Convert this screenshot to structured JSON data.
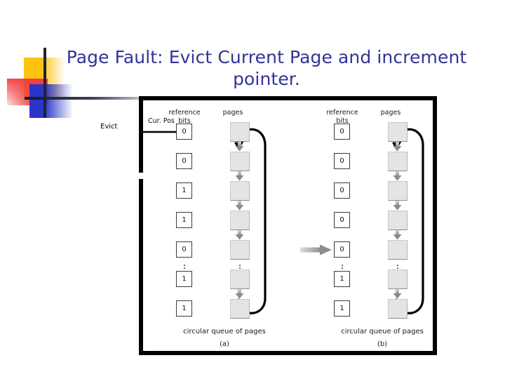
{
  "slide": {
    "title": "Page Fault: Evict Current Page and increment pointer.",
    "title_color": "#333399",
    "background": "#ffffff",
    "evict_label": "Evict"
  },
  "figure": {
    "border_color": "#000000",
    "page_box_color": "#e4e4e4",
    "panels": [
      {
        "id": "a",
        "letter": "(a)",
        "header_refbits": "reference\nbits",
        "header_refbits_line1": "reference",
        "header_refbits_line2": "bits",
        "header_pages": "pages",
        "caption": "circular queue of pages",
        "cur_pos_label": "Cur. Pos",
        "cur_pos_row": 0,
        "pointer_style": "black-arrow",
        "reference_bits": [
          "0",
          "0",
          "1",
          "1",
          "0",
          "1",
          "1"
        ],
        "ellipsis_after_row": 4
      },
      {
        "id": "b",
        "letter": "(b)",
        "header_refbits_line1": "reference",
        "header_refbits_line2": "bits",
        "header_pages": "pages",
        "caption": "circular queue of pages",
        "cur_pos_label": "",
        "cur_pos_row": 4,
        "pointer_style": "gray-arrow",
        "reference_bits": [
          "0",
          "0",
          "0",
          "0",
          "0",
          "1",
          "1"
        ],
        "ellipsis_after_row": 4
      }
    ]
  }
}
